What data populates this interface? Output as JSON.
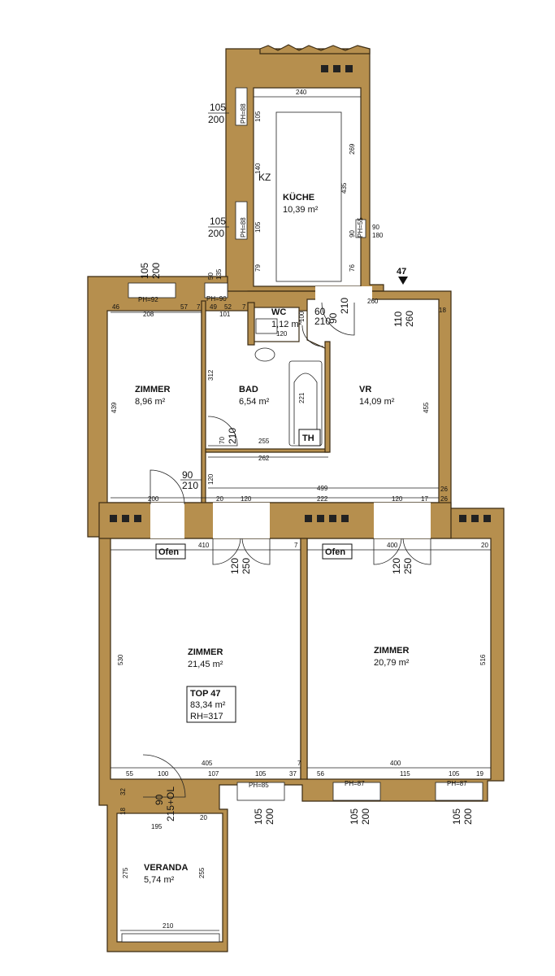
{
  "rooms": {
    "kueche": {
      "name": "KÜCHE",
      "area": "10,39 m²"
    },
    "wc": {
      "name": "WC",
      "area": "1,12 m²"
    },
    "bad": {
      "name": "BAD",
      "area": "6,54 m²"
    },
    "vr": {
      "name": "VR",
      "area": "14,09 m²"
    },
    "zimmer_small": {
      "name": "ZIMMER",
      "area": "8,96 m²"
    },
    "zimmer_left": {
      "name": "ZIMMER",
      "area": "21,45 m²"
    },
    "zimmer_right": {
      "name": "ZIMMER",
      "area": "20,79 m²"
    },
    "veranda": {
      "name": "VERANDA",
      "area": "5,74 m²"
    }
  },
  "unit": {
    "title": "TOP 47",
    "area": "83,34 m²",
    "height": "RH=317"
  },
  "unit_marker": "47",
  "labels": {
    "ofen_left": "Ofen",
    "ofen_right": "Ofen",
    "th": "TH",
    "kz": "KZ"
  },
  "windows": {
    "kitchen_top": {
      "w": "105",
      "h": "200",
      "ph": "PH=88"
    },
    "kitchen_bottom": {
      "w": "105",
      "h": "200",
      "ph": "PH=88"
    },
    "zimmer_small_top": {
      "w": "105",
      "h": "200",
      "ph": "PH=92"
    },
    "bad_top": {
      "w": "50",
      "h": "135",
      "ph": "PH=90"
    },
    "z_left_1": {
      "w": "105",
      "h": "200",
      "ph": "PH=85"
    },
    "z_right_1": {
      "w": "105",
      "h": "200",
      "ph": "PH=87"
    },
    "z_right_2": {
      "w": "105",
      "h": "200",
      "ph": "PH=87"
    },
    "kitchen_right": {
      "w": "90",
      "h": "180",
      "ph": "PH=55"
    }
  },
  "doors": {
    "vr_entry": {
      "w": "110",
      "h": "260"
    },
    "wc_door": {
      "w": "60",
      "h": "210"
    },
    "vr_door": {
      "w": "90",
      "h": "210"
    },
    "bad_door": {
      "w": "70",
      "h": "210"
    },
    "zimmer_small_door": {
      "w": "90",
      "h": "210"
    },
    "z_left_door": {
      "w": "120",
      "h": "250"
    },
    "z_right_door": {
      "w": "120",
      "h": "250"
    },
    "veranda_door": {
      "w": "90",
      "h": "215+OL"
    }
  },
  "dims": {
    "k_240": "240",
    "k_105a": "105",
    "k_269": "269",
    "k_435": "435",
    "k_140": "140",
    "k_105b": "105",
    "k_90": "90",
    "k_79": "79",
    "k_76": "76",
    "z_46": "46",
    "z_57": "57",
    "z_7a": "7",
    "z_208": "208",
    "z_439": "439",
    "z_200": "200",
    "b_49": "49",
    "b_52": "52",
    "b_101": "101",
    "b_7": "7",
    "b_312": "312",
    "b_255": "255",
    "b_262": "262",
    "b_120": "120",
    "b_221": "221",
    "b_100": "100",
    "b_120w": "120",
    "h_20": "20",
    "h_120": "120",
    "h_499": "499",
    "h_222": "222",
    "h_120b": "120",
    "h_17": "17",
    "v_260": "260",
    "v_18": "18",
    "v_455": "455",
    "v_26a": "26",
    "v_26b": "26",
    "l_410": "410",
    "l_7": "7",
    "l_530": "530",
    "l_55": "55",
    "l_100": "100",
    "l_405": "405",
    "l_7b": "7",
    "l_107": "107",
    "l_105": "105",
    "l_37": "37",
    "r_400": "400",
    "r_20": "20",
    "r_516": "516",
    "r_56": "56",
    "r_400b": "400",
    "r_115": "115",
    "r_105": "105",
    "r_19": "19",
    "v2_32": "32",
    "v2_18": "18",
    "v2_195": "195",
    "v2_20": "20",
    "v2_275": "275",
    "v2_255": "255",
    "v2_210": "210"
  }
}
